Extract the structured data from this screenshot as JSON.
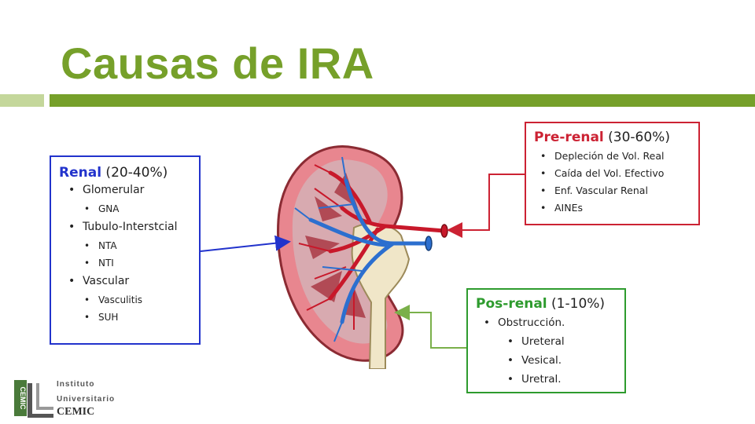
{
  "slide": {
    "title": "Causas de IRA"
  },
  "renal": {
    "label": "Renal",
    "pct": " (20-40%)",
    "items": [
      {
        "label": "Glomerular",
        "sub": [
          "GNA"
        ]
      },
      {
        "label": "Tubulo-Interstcial",
        "sub": [
          "NTA",
          "NTI"
        ]
      },
      {
        "label": "Vascular",
        "sub": [
          "Vasculitis",
          "SUH"
        ]
      }
    ]
  },
  "prerenal": {
    "label": "Pre-renal",
    "pct": " (30-60%)",
    "items": [
      "Depleción de Vol. Real",
      "Caída del Vol. Efectivo",
      "Enf. Vascular Renal",
      "AINEs"
    ]
  },
  "posrenal": {
    "label": "Pos-renal",
    "pct": " (1-10%)",
    "items": [
      {
        "label": "Obstrucción.",
        "sub": [
          "Ureteral",
          "Vesical.",
          "Uretral."
        ]
      }
    ]
  },
  "logo": {
    "line1": "Instituto",
    "line2": "Universitario",
    "line3": "CEMIC",
    "mark": "CEMIC"
  },
  "colors": {
    "accent_green": "#76a02a",
    "renal_blue": "#2233cc",
    "prerenal_red": "#cc2233",
    "posrenal_green": "#2e9b2e"
  }
}
